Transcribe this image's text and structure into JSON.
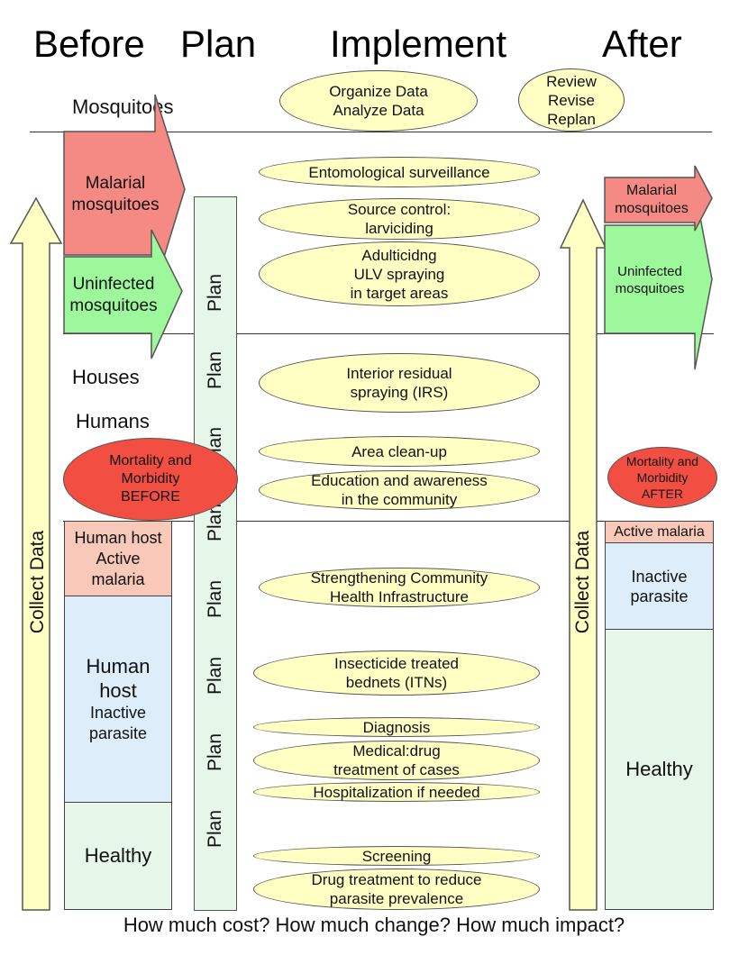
{
  "headers": {
    "before": "Before",
    "plan": "Plan",
    "implement": "Implement",
    "after": "After"
  },
  "top_ellipses": {
    "organize": "Organize Data\nAnalyze Data",
    "review": "Review\nRevise\nReplan"
  },
  "section_labels": {
    "mosquitoes": "Mosquitoes",
    "houses": "Houses",
    "humans": "Humans"
  },
  "before": {
    "malarial_mosquitoes": "Malarial\nmosquitoes",
    "uninfected_mosquitoes": "Uninfected\nmosquitoes",
    "mortality": "Mortality and\nMorbidity\nBEFORE",
    "human_active": "Human host\nActive\nmalaria",
    "human_inactive_title": "Human\nhost",
    "human_inactive_sub": "Inactive\nparasite",
    "healthy": "Healthy"
  },
  "collect_data_label": "Collect Data",
  "plan_label": "Plan",
  "interventions": [
    "Entomological surveillance",
    "Source control:\nlarviciding",
    "Adulticidng\nULV spraying\nin target areas",
    "Interior residual\n spraying (IRS)",
    "Area clean-up",
    "Education and awareness\nin the community",
    "Strengthening Community\nHealth Infrastructure",
    "Insecticide treated\nbednets (ITNs)",
    "Diagnosis",
    "Medical:drug\ntreatment of cases",
    "Hospitalization if needed",
    "Screening",
    "Drug treatment to reduce\nparasite prevalence"
  ],
  "after": {
    "malarial_mosquitoes": "Malarial\nmosquitoes",
    "uninfected_mosquitoes": "Uninfected\nmosquitoes",
    "mortality": "Mortality and\nMorbidity\nAFTER",
    "active": "Active malaria",
    "inactive": "Inactive\nparasite",
    "healthy": "Healthy"
  },
  "footer": "How much cost? How much change? How much impact?",
  "colors": {
    "pale_yellow": "#ffffc4",
    "plan_green": "#e6f7ea",
    "malarial_red": "#f58a85",
    "uninfected_green": "#9df79b",
    "mortality_red": "#f24e42",
    "active_pink": "#f8c8b8",
    "inactive_blue": "#ddeefa",
    "healthy_green": "#e6f7ea"
  }
}
